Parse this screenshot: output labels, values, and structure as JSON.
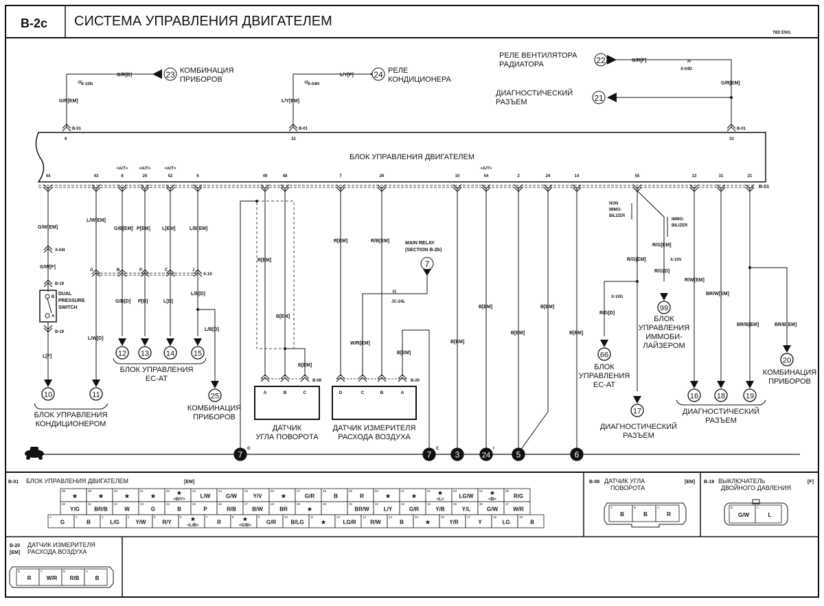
{
  "header": {
    "section_code": "B-2c",
    "title": "СИСТЕМА УПРАВЛЕНИЯ ДВИГАТЕЛЕМ",
    "engine_tag": "T8D ENG."
  },
  "ecu": {
    "label": "БЛОК УПРАВЛЕНИЯ ДВИГАТЕЛЕМ",
    "connector": "B-01",
    "top_pins": [
      {
        "pin": "9",
        "wire": "G/R[EM]",
        "junction": "X-10N",
        "ext_wire": "G/R[D]",
        "node": "23",
        "dest": [
          "КОМБИНАЦИЯ",
          "ПРИБОРОВ"
        ]
      },
      {
        "pin": "32",
        "wire": "L/Y[EM]",
        "junction": "X-04H",
        "ext_wire": "L/Y[F]",
        "node": "24",
        "dest": [
          "РЕЛЕ",
          "КОНДИЦИОНЕРА"
        ]
      },
      {
        "pin": "33",
        "wire": "G/R[EM]",
        "junction": "X-04D",
        "ext_wire": "G/R[F]",
        "node": "22",
        "dest": [
          "РЕЛЕ ВЕНТИЛЯТОРА",
          "РАДИАТОРА"
        ],
        "branch_node": "21",
        "branch_dest": [
          "ДИАГНОСТИЧЕСКИЙ",
          "РАЗЪЕМ"
        ]
      }
    ],
    "bottom_pins": [
      {
        "pin": "44",
        "tag": ""
      },
      {
        "pin": "43",
        "tag": ""
      },
      {
        "pin": "8",
        "tag": "<A/T>"
      },
      {
        "pin": "25",
        "tag": "<A/T>"
      },
      {
        "pin": "52",
        "tag": "<A/T>"
      },
      {
        "pin": "6",
        "tag": ""
      },
      {
        "pin": "49",
        "tag": ""
      },
      {
        "pin": "48",
        "tag": ""
      },
      {
        "pin": "7",
        "tag": ""
      },
      {
        "pin": "26",
        "tag": ""
      },
      {
        "pin": "10",
        "tag": ""
      },
      {
        "pin": "54",
        "tag": "<A/T>"
      },
      {
        "pin": "2",
        "tag": ""
      },
      {
        "pin": "24",
        "tag": ""
      },
      {
        "pin": "14",
        "tag": ""
      },
      {
        "pin": "55",
        "tag": ""
      },
      {
        "pin": "13",
        "tag": ""
      },
      {
        "pin": "31",
        "tag": ""
      },
      {
        "pin": "21",
        "tag": ""
      }
    ]
  },
  "wires": {
    "w44": {
      "upper": "G/W[EM]",
      "junction": "X-04I",
      "mid": "G/W[F]",
      "conn_top": "B-19",
      "conn_bot": "B-19",
      "lower": "L[F]"
    },
    "w43": {
      "upper": "L/W[EM]",
      "lower": "L/W[D]",
      "x10_pin": "O"
    },
    "w8": {
      "upper": "G/B[EM]",
      "lower": "G/B[D]",
      "x10_pin": "B"
    },
    "w25": {
      "upper": "P[EM]",
      "lower": "P[D]",
      "x10_pin": "P"
    },
    "w52": {
      "upper": "L[EM]",
      "lower": "L[D]",
      "x10_pin": "C"
    },
    "w6": {
      "upper": "L/B[EM]",
      "lower": "L/B[D]",
      "branch": "L/B[D]",
      "x10_pin": "J"
    },
    "x10_label": "X-10",
    "w49": "R[EM]",
    "w48": "B[EM]",
    "w48c": "B[EM]",
    "w7": "R[EM]",
    "w26": "R/B[EM]",
    "wjc": "W/R[EM]",
    "wa": "B[EM]",
    "jc_label": "JC-24L",
    "main_relay": [
      "MAIN RELAY",
      "(SECTION B-2b)"
    ],
    "main_relay_node": "7",
    "w10": "B[EM]",
    "w54": "B[EM]",
    "w2": "B[EM]",
    "w24": "B[EM]",
    "w14": "B[EM]",
    "w55": {
      "non_immo": [
        "NON",
        "IMMO-",
        "BILIZER"
      ],
      "immo": [
        "IMMO-",
        "BILIZER"
      ],
      "immo_wire": "R/G[EM]",
      "immo_junction": "X-10V",
      "immo_lower": "R/G[D]",
      "main": "R/G[EM]",
      "branch_junction": "X-10G",
      "branch_lower": "R/G[D]"
    },
    "w13": "R/W[EM]",
    "w31": "BR/W[EM]",
    "w21": "BR/B[EM]",
    "w21b": "BR/B[EM]",
    "b08": "B-08",
    "b20": "B-20",
    "b01": "B-01"
  },
  "switch": {
    "label": [
      "DUAL",
      "PRESSURE",
      "SWITCH"
    ],
    "pin_b": "B",
    "pin_a": "A"
  },
  "destinations": {
    "n10": "10",
    "n11": "11",
    "ac_group": [
      "БЛОК УПРАВЛЕНИЯ",
      "КОНДИЦИОНЕРОМ"
    ],
    "n12": "12",
    "n13": "13",
    "n14": "14",
    "n15": "15",
    "ecat_group": [
      "БЛОК УПРАВЛЕНИЯ",
      "EC-AT"
    ],
    "n25": "25",
    "n25_label": [
      "КОМБИНАЦИЯ",
      "ПРИБОРОВ"
    ],
    "n66": "66",
    "n66_label": [
      "БЛОК",
      "УПРАВЛЕНИЯ",
      "EC-AT"
    ],
    "n99": "99",
    "n99_label": [
      "БЛОК",
      "УПРАВЛЕНИЯ",
      "ИММОБИ-",
      "ЛАЙЗЕРОМ"
    ],
    "n17": "17",
    "n17_label": [
      "ДИАГНОСТИЧЕСКИЙ",
      "РАЗЪЕМ"
    ],
    "n16": "16",
    "n18": "18",
    "n19": "19",
    "diag_group": [
      "ДИАГНОСТИЧЕСКИЙ",
      "РАЗЪЕМ"
    ],
    "n20": "20",
    "n20_label": [
      "КОМБИНАЦИЯ",
      "ПРИБОРОВ"
    ]
  },
  "sensors": {
    "angle": {
      "pins": [
        "A",
        "B",
        "C"
      ],
      "label": [
        "ДАТЧИК",
        "УГЛА ПОВОРОТА"
      ]
    },
    "airflow": {
      "pins": [
        "D",
        "C",
        "B",
        "A"
      ],
      "label": [
        "ДАТЧИК ИЗМЕРИТЕЛЯ",
        "РАСХОДА ВОЗДУХА"
      ]
    }
  },
  "grounds": [
    {
      "node": "7",
      "sup": "G"
    },
    {
      "node": "7",
      "sup": "C"
    },
    {
      "node": "3",
      "sup": ""
    },
    {
      "node": "24",
      "sup": "I"
    },
    {
      "node": "5",
      "sup": ""
    },
    {
      "node": "6",
      "sup": ""
    }
  ],
  "connectors": {
    "b01": {
      "code": "B-01",
      "name": "БЛОК УПРАВЛЕНИЯ ДВИГАТЕЛЕМ",
      "tag": "[EM]",
      "row1": [
        {
          "n": "38",
          "v": "★"
        },
        {
          "n": "39",
          "v": "★"
        },
        {
          "n": "40",
          "v": "★"
        },
        {
          "n": "41",
          "v": "★"
        },
        {
          "n": "42",
          "v": "★",
          "sub": "<B/Y>"
        },
        {
          "n": "43",
          "v": "L/W"
        },
        {
          "n": "44",
          "v": "G/W"
        },
        {
          "n": "45",
          "v": "Y/V"
        },
        {
          "n": "46",
          "v": "★"
        },
        {
          "n": "47",
          "v": "G/R"
        },
        {
          "n": "48",
          "v": "B"
        },
        {
          "n": "49",
          "v": "R"
        },
        {
          "n": "50",
          "v": "★"
        },
        {
          "n": "51",
          "v": "★"
        },
        {
          "n": "52",
          "v": "★",
          "sub": "<L>"
        },
        {
          "n": "53",
          "v": "LG/W"
        },
        {
          "n": "54",
          "v": "★",
          "sub": "<B>"
        },
        {
          "n": "55",
          "v": "R/G"
        }
      ],
      "row2": [
        {
          "n": "20",
          "v": "Y/G"
        },
        {
          "n": "21",
          "v": "BR/B"
        },
        {
          "n": "22",
          "v": "W"
        },
        {
          "n": "23",
          "v": "G"
        },
        {
          "n": "24",
          "v": "B"
        },
        {
          "n": "25",
          "v": "P"
        },
        {
          "n": "26",
          "v": "R/B"
        },
        {
          "n": "27",
          "v": "B/W"
        },
        {
          "n": "28",
          "v": "BR"
        },
        {
          "n": "29",
          "v": "★"
        },
        {
          "n": "30",
          "v": ""
        },
        {
          "n": "31",
          "v": "BR/W"
        },
        {
          "n": "32",
          "v": "L/Y"
        },
        {
          "n": "33",
          "v": "G/R"
        },
        {
          "n": "34",
          "v": "Y/B"
        },
        {
          "n": "35",
          "v": "Y/L"
        },
        {
          "n": "36",
          "v": "G/W"
        },
        {
          "n": "37",
          "v": "W/R"
        }
      ],
      "row3": [
        {
          "n": "1",
          "v": "G"
        },
        {
          "n": "2",
          "v": "B"
        },
        {
          "n": "3",
          "v": "L/G"
        },
        {
          "n": "4",
          "v": "Y/W"
        },
        {
          "n": "5",
          "v": "R/Y"
        },
        {
          "n": "6",
          "v": "★",
          "sub": "<L/B>"
        },
        {
          "n": "7",
          "v": "R"
        },
        {
          "n": "8",
          "v": "★",
          "sub": "<G/B>"
        },
        {
          "n": "9",
          "v": "G/R"
        },
        {
          "n": "10",
          "v": "B/LG"
        },
        {
          "n": "11",
          "v": "★"
        },
        {
          "n": "12",
          "v": "LG/R"
        },
        {
          "n": "13",
          "v": "R/W"
        },
        {
          "n": "14",
          "v": "B"
        },
        {
          "n": "15",
          "v": "★"
        },
        {
          "n": "16",
          "v": "Y/R"
        },
        {
          "n": "17",
          "v": "Y"
        },
        {
          "n": "18",
          "v": "LG"
        },
        {
          "n": "19",
          "v": "B"
        }
      ]
    },
    "b08": {
      "code": "B-08",
      "name": [
        "ДАТЧИК УГЛА",
        "ПОВОРОТА"
      ],
      "tag": "[EM]",
      "cells": [
        {
          "n": "C",
          "v": "B"
        },
        {
          "n": "B",
          "v": "B"
        },
        {
          "n": "A",
          "v": "R"
        }
      ]
    },
    "b19": {
      "code": "B-19",
      "name": [
        "ВЫКЛЮЧАТЕЛЬ",
        "ДВОЙНОГО ДАВЛЕНИЯ"
      ],
      "tag": "[F]",
      "cells": [
        {
          "n": "B",
          "v": "G/W"
        },
        {
          "n": "A",
          "v": "L"
        }
      ]
    },
    "b20": {
      "code": "B-20",
      "tag": "[EM]",
      "name": [
        "ДАТЧИК ИЗМЕРИТЕЛЯ",
        "РАСХОДА ВОЗДУХА"
      ],
      "cells": [
        {
          "n": "D",
          "v": "R"
        },
        {
          "n": "C",
          "v": "W/R"
        },
        {
          "n": "B",
          "v": "R/B"
        },
        {
          "n": "A",
          "v": "B"
        }
      ]
    }
  }
}
